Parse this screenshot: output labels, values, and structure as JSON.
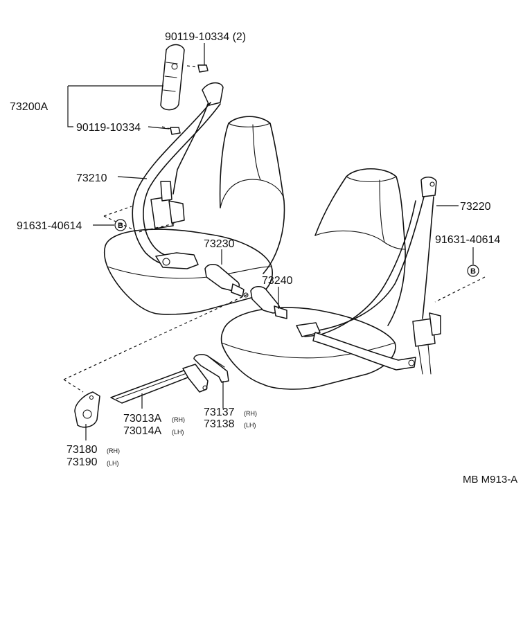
{
  "labels": {
    "bolt_top": "90119-10334 (2)",
    "assembly": "73200A",
    "bolt_mid": "90119-10334",
    "belt_left": "73210",
    "bolt_left": "91631-40614",
    "marker_left": "B",
    "buckle_left": "73230",
    "belt_right": "73220",
    "bolt_right": "91631-40614",
    "marker_right": "B",
    "buckle_right": "73240",
    "rail_rh": "73013A",
    "rail_rh_side": "(RH)",
    "rail_lh": "73014A",
    "rail_lh_side": "(LH)",
    "bracket_rh": "73137",
    "bracket_rh_side": "(RH)",
    "bracket_lh": "73138",
    "bracket_lh_side": "(LH)",
    "anchor_rh": "73180",
    "anchor_rh_side": "(RH)",
    "anchor_lh": "73190",
    "anchor_lh_side": "(LH)",
    "drawing_code": "MB M913-A"
  }
}
